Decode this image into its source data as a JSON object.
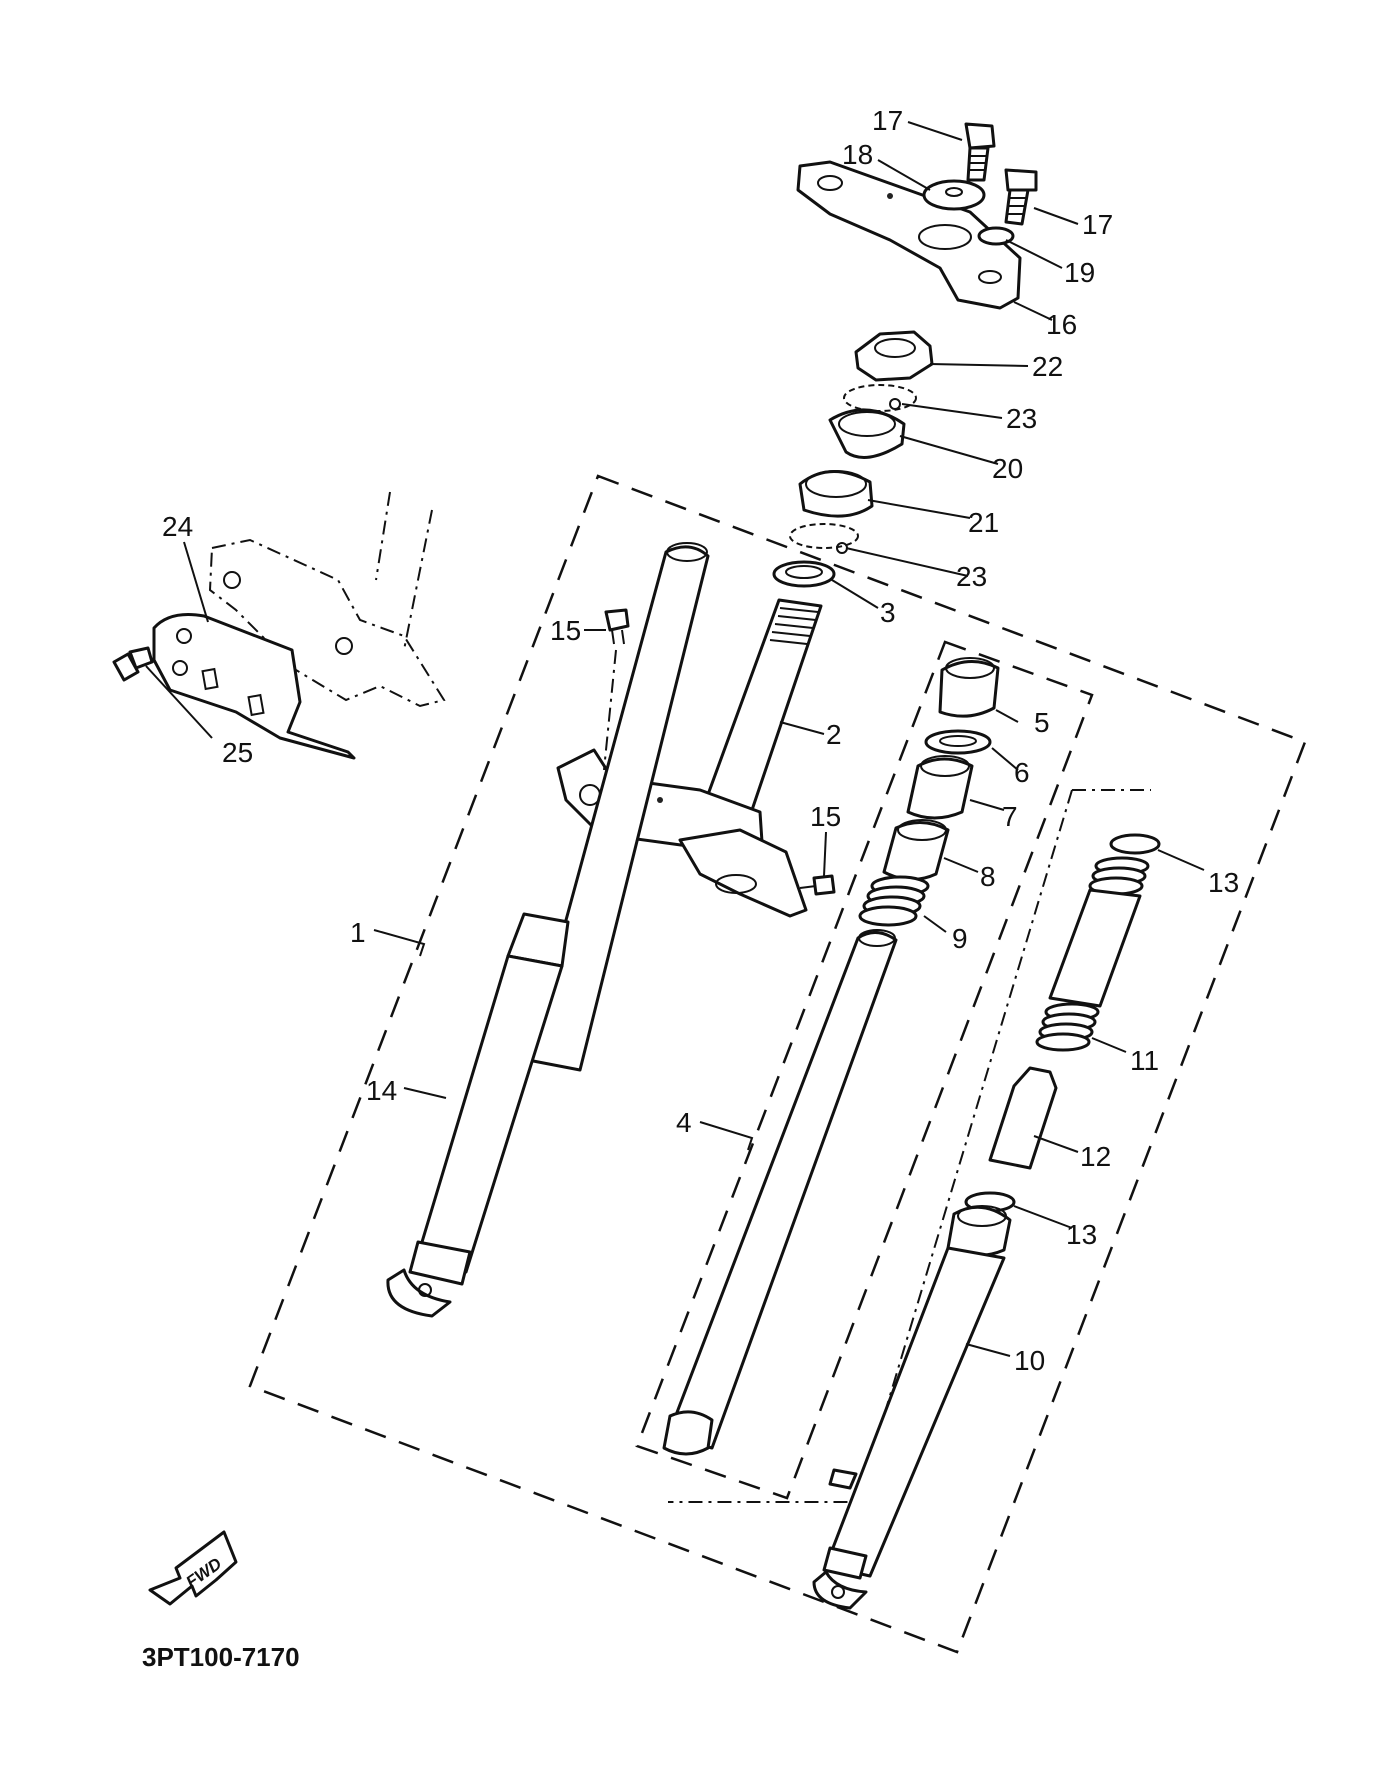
{
  "diagram": {
    "drawing_code": "3PT100-7170",
    "direction_label": "FWD",
    "callouts": [
      {
        "id": "c17a",
        "text": "17"
      },
      {
        "id": "c18",
        "text": "18"
      },
      {
        "id": "c17b",
        "text": "17"
      },
      {
        "id": "c19",
        "text": "19"
      },
      {
        "id": "c16",
        "text": "16"
      },
      {
        "id": "c22",
        "text": "22"
      },
      {
        "id": "c23a",
        "text": "23"
      },
      {
        "id": "c20",
        "text": "20"
      },
      {
        "id": "c21",
        "text": "21"
      },
      {
        "id": "c23b",
        "text": "23"
      },
      {
        "id": "c3",
        "text": "3"
      },
      {
        "id": "c24",
        "text": "24"
      },
      {
        "id": "c25",
        "text": "25"
      },
      {
        "id": "c15a",
        "text": "15"
      },
      {
        "id": "c2",
        "text": "2"
      },
      {
        "id": "c5",
        "text": "5"
      },
      {
        "id": "c6",
        "text": "6"
      },
      {
        "id": "c7",
        "text": "7"
      },
      {
        "id": "c15b",
        "text": "15"
      },
      {
        "id": "c8",
        "text": "8"
      },
      {
        "id": "c13a",
        "text": "13"
      },
      {
        "id": "c9",
        "text": "9"
      },
      {
        "id": "c1",
        "text": "1"
      },
      {
        "id": "c11",
        "text": "11"
      },
      {
        "id": "c14",
        "text": "14"
      },
      {
        "id": "c4",
        "text": "4"
      },
      {
        "id": "c12",
        "text": "12"
      },
      {
        "id": "c13b",
        "text": "13"
      },
      {
        "id": "c10",
        "text": "10"
      }
    ]
  }
}
